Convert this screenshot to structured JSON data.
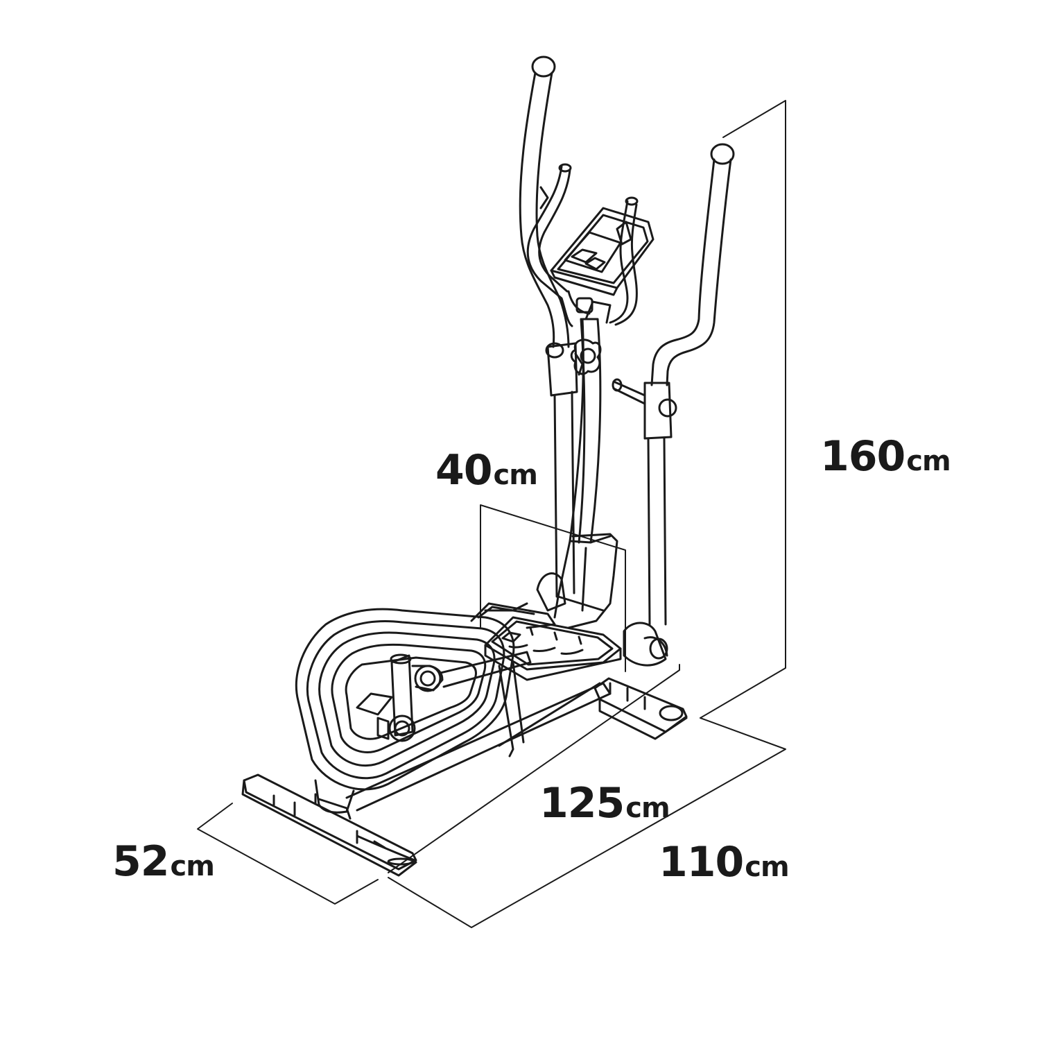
{
  "dimensions": {
    "height": {
      "value": "160",
      "unit": "cm"
    },
    "step": {
      "value": "40",
      "unit": "cm"
    },
    "length": {
      "value": "125",
      "unit": "cm"
    },
    "depth": {
      "value": "110",
      "unit": "cm"
    },
    "width": {
      "value": "52",
      "unit": "cm"
    }
  },
  "colors": {
    "ink": "#1a1a1a",
    "background": "#ffffff"
  }
}
